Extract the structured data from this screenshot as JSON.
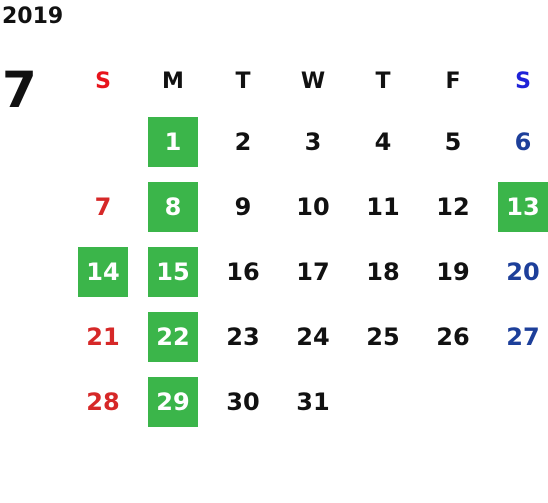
{
  "calendar": {
    "year": "2019",
    "month": "7",
    "weekdays": [
      "S",
      "M",
      "T",
      "W",
      "T",
      "F",
      "S"
    ],
    "weeks": [
      [
        "",
        "1",
        "2",
        "3",
        "4",
        "5",
        "6"
      ],
      [
        "7",
        "8",
        "9",
        "10",
        "11",
        "12",
        "13"
      ],
      [
        "14",
        "15",
        "16",
        "17",
        "18",
        "19",
        "20"
      ],
      [
        "21",
        "22",
        "23",
        "24",
        "25",
        "26",
        "27"
      ],
      [
        "28",
        "29",
        "30",
        "31",
        "",
        "",
        ""
      ]
    ],
    "highlighted_days": [
      "1",
      "8",
      "13",
      "14",
      "15",
      "22",
      "29"
    ]
  },
  "colors": {
    "highlight": "#3bb54a",
    "sunday_header": "#e8141c",
    "saturday_header": "#1f22d8",
    "sunday_day": "#d62828",
    "saturday_day": "#1d3f9a",
    "text": "#111111"
  }
}
